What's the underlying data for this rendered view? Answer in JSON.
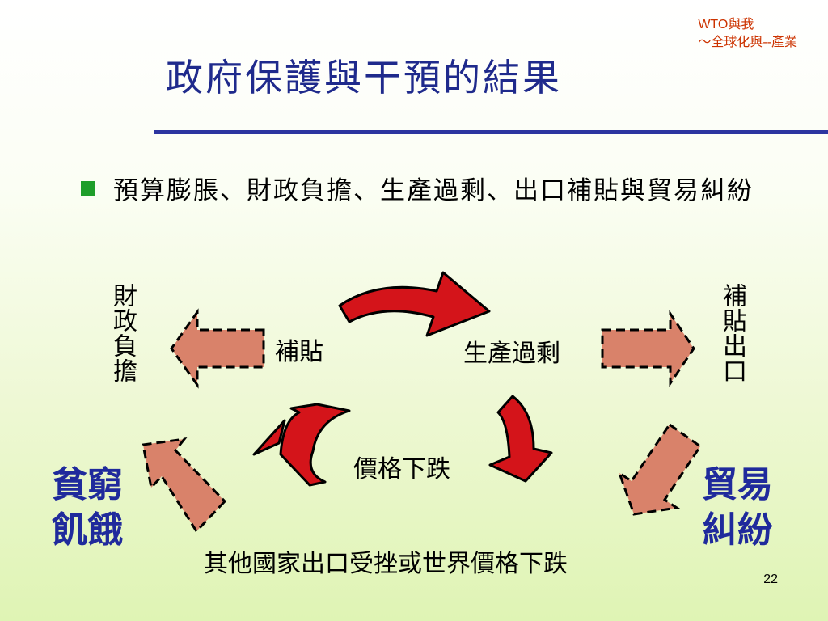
{
  "header": {
    "line1": "WTO與我",
    "line2": "～全球化與--產業"
  },
  "title": "政府保護與干預的結果",
  "bullet": "預算膨脹、財政負擔、生產過剩、出口補貼與貿易糾紛",
  "diagram": {
    "left_vertical": "財政負擔",
    "right_vertical": "補貼出口",
    "subsidy": "補貼",
    "overproduction": "生產過剩",
    "price_drop": "價格下跌",
    "bottom": "其他國家出口受挫或世界價格下跌",
    "left_big": "貧窮飢餓",
    "right_big": "貿易糾紛"
  },
  "page_number": "22",
  "colors": {
    "title": "#1f2a8c",
    "rule": "#2c35a0",
    "bullet": "#1e9e2a",
    "red_arrow": "#d4141a",
    "salmon_arrow": "#d9826a",
    "big_text": "#1f2a9c"
  }
}
